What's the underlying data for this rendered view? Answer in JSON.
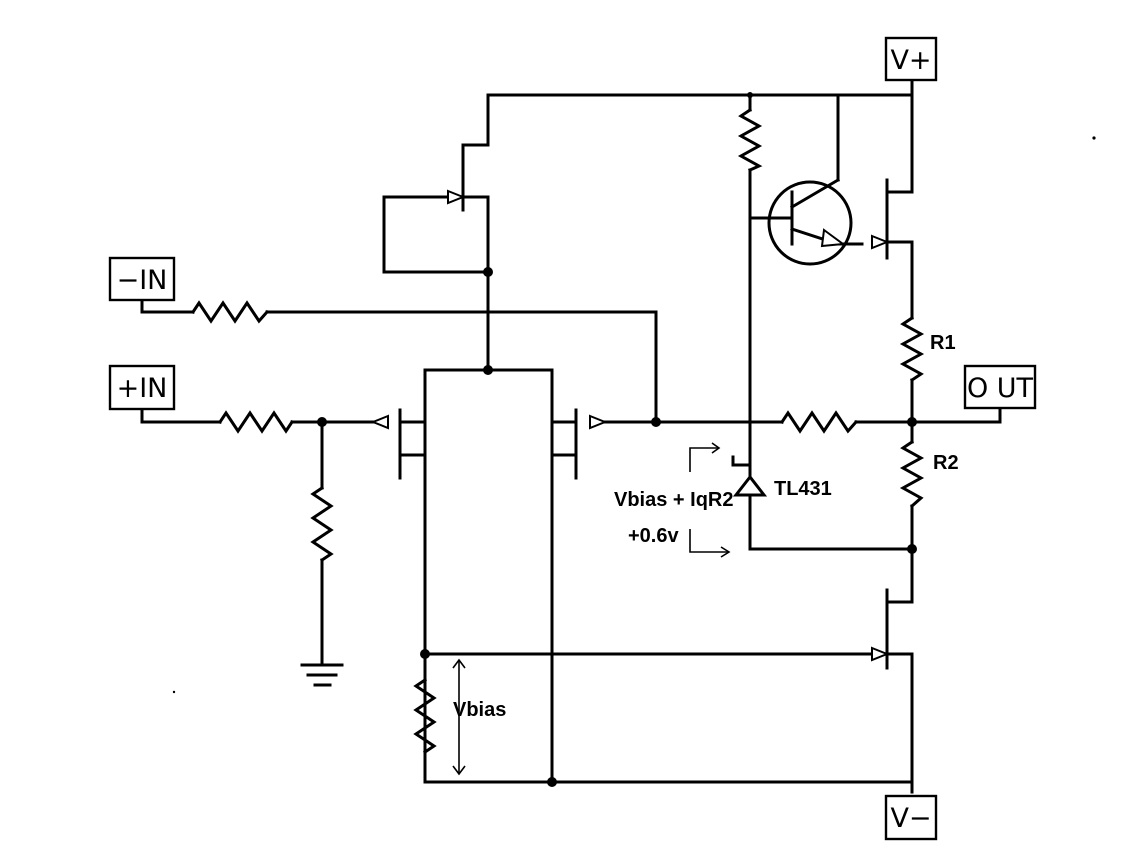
{
  "terminals": {
    "vplus": "V+",
    "vminus": "V−",
    "minus_in": "−IN",
    "plus_in": "+IN",
    "out": "O UT"
  },
  "labels": {
    "r1": "R1",
    "r2": "R2",
    "tl431": "TL431",
    "vbias_note_line1": "Vbias + IqR2",
    "vbias_note_line2": "+0.6v",
    "vbias": "Vbias"
  }
}
